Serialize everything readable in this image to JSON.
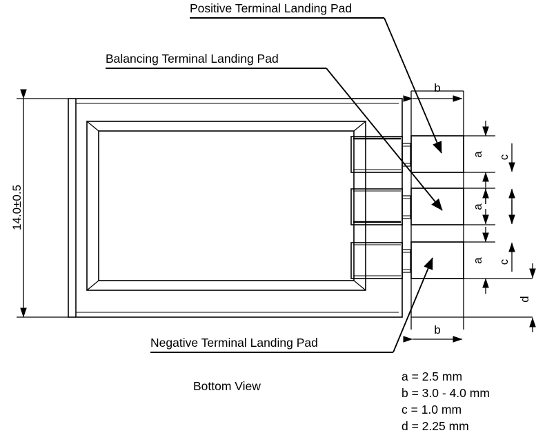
{
  "drawing": {
    "title_view": "Bottom View",
    "callouts": [
      {
        "id": "positive",
        "label": "Positive Terminal Landing Pad"
      },
      {
        "id": "balancing",
        "label": "Balancing Terminal Landing Pad"
      },
      {
        "id": "negative",
        "label": "Negative Terminal Landing Pad"
      }
    ],
    "dimensions": {
      "overall_height": "14.0±0.5",
      "pad_width_top": "b",
      "pad_width_bottom": "b",
      "pad_height_1": "a",
      "pad_height_2": "a",
      "pad_height_3": "a",
      "gap_1": "c",
      "gap_2": "c",
      "bottom_offset": "d"
    },
    "legend": [
      {
        "symbol": "a",
        "value": "a = 2.5 mm"
      },
      {
        "symbol": "b",
        "value": "b = 3.0 - 4.0 mm"
      },
      {
        "symbol": "c",
        "value": "c = 1.0 mm"
      },
      {
        "symbol": "d",
        "value": "d = 2.25 mm"
      }
    ],
    "colors": {
      "line": "#000000",
      "background": "#ffffff"
    }
  }
}
